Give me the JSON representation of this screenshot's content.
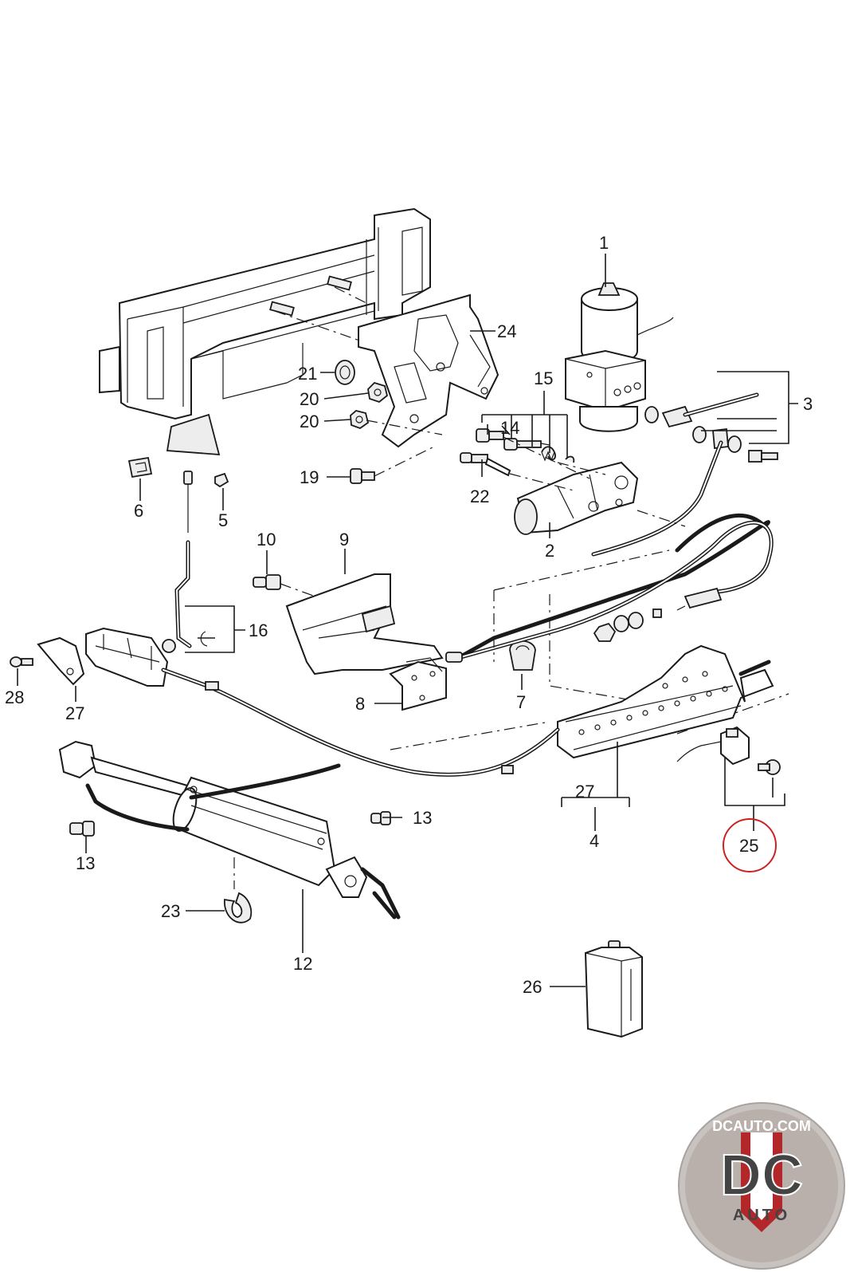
{
  "part_labels": {
    "p1": "1",
    "p2": "2",
    "p3": "3",
    "p4": "4",
    "p5": "5",
    "p6": "6",
    "p7": "7",
    "p8": "8",
    "p9": "9",
    "p10": "10",
    "p12": "12",
    "p13a": "13",
    "p13b": "13",
    "p14": "14",
    "p15": "15",
    "p16": "16",
    "p19": "19",
    "p20a": "20",
    "p20b": "20",
    "p21": "21",
    "p22": "22",
    "p23": "23",
    "p24": "24",
    "p25": "25",
    "p26": "26",
    "p27a": "27",
    "p27b": "27",
    "p28": "28"
  },
  "highlight": {
    "part": "25",
    "color": "#cc2222"
  },
  "watermark": {
    "text": "DCAUTO.COM",
    "logo_text": "DC",
    "sub_text": "AUTO",
    "color_red": "#b3262a",
    "color_dark": "#444444"
  },
  "colors": {
    "line": "#1a1a1a",
    "background": "#ffffff"
  }
}
